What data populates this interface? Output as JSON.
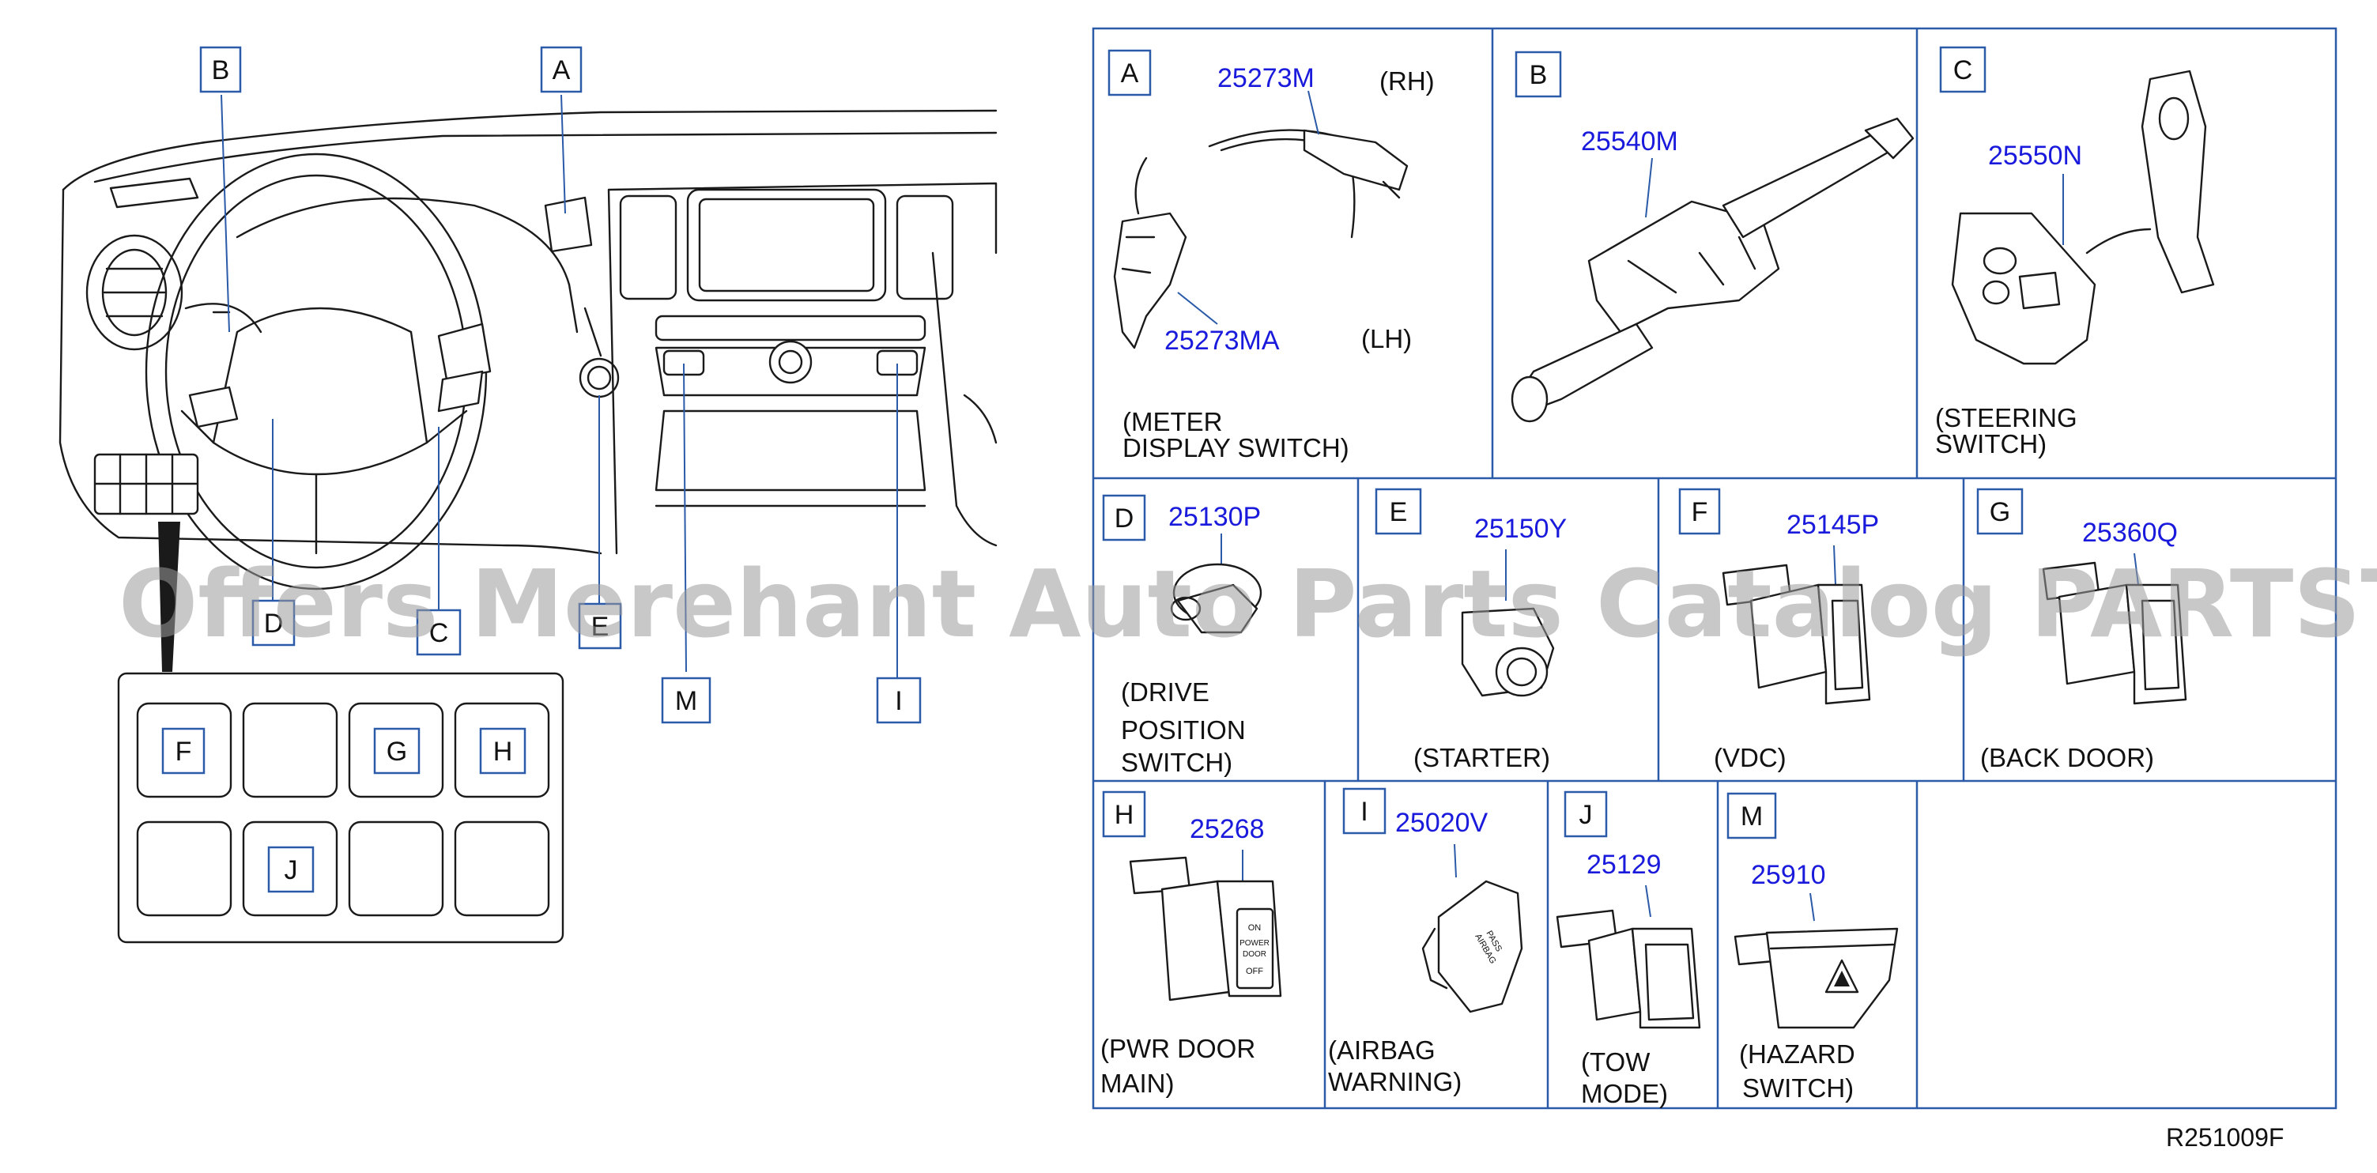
{
  "dashboard": {
    "callouts": [
      "A",
      "B",
      "C",
      "D",
      "E",
      "I",
      "M"
    ],
    "panel_labels": [
      "F",
      "G",
      "H",
      "J"
    ]
  },
  "panels": {
    "A": {
      "letter": "A",
      "parts": [
        "25273M",
        "25273MA"
      ],
      "sides": [
        "(RH)",
        "(LH)"
      ],
      "caption": [
        "(METER",
        "DISPLAY SWITCH)"
      ]
    },
    "B": {
      "letter": "B",
      "parts": [
        "25540M"
      ],
      "caption": []
    },
    "C": {
      "letter": "C",
      "parts": [
        "25550N"
      ],
      "caption": [
        "(STEERING",
        "SWITCH)"
      ]
    },
    "D": {
      "letter": "D",
      "parts": [
        "25130P"
      ],
      "caption": [
        "(DRIVE",
        "POSITION",
        "SWITCH)"
      ]
    },
    "E": {
      "letter": "E",
      "parts": [
        "25150Y"
      ],
      "caption": [
        "(STARTER)"
      ]
    },
    "F": {
      "letter": "F",
      "parts": [
        "25145P"
      ],
      "caption": [
        "(VDC)"
      ]
    },
    "G": {
      "letter": "G",
      "parts": [
        "25360Q"
      ],
      "caption": [
        "(BACK   DOOR)"
      ]
    },
    "H": {
      "letter": "H",
      "parts": [
        "25268"
      ],
      "caption": [
        "(PWR   DOOR",
        "MAIN)"
      ]
    },
    "I": {
      "letter": "I",
      "parts": [
        "25020V"
      ],
      "caption": [
        "(AIRBAG",
        "WARNING)"
      ]
    },
    "J": {
      "letter": "J",
      "parts": [
        "25129"
      ],
      "caption": [
        "(TOW",
        "MODE)"
      ]
    },
    "M": {
      "letter": "M",
      "parts": [
        "25910"
      ],
      "caption": [
        "(HAZARD",
        "SWITCH)"
      ]
    }
  },
  "switch_text": {
    "pwr_door": [
      "ON",
      "POWER",
      "DOOR",
      "OFF"
    ],
    "airbag": [
      "PASS",
      "AIRBAG"
    ]
  },
  "watermark": "Offers Merehant Auto Parts Catalog PARTSTORE.SA",
  "reference": "R251009F",
  "colors": {
    "part_number": "#1a1adc",
    "frame": "#2a5aa8",
    "line_art": "#1a1a1a"
  }
}
